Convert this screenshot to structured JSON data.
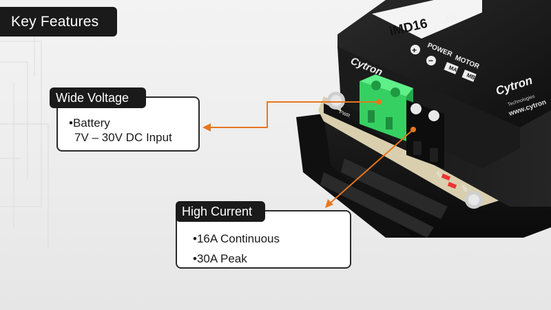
{
  "header": {
    "title": "Key Features"
  },
  "device": {
    "model": "iMD16",
    "model_suffix": "IN",
    "brand": "Cytron",
    "brand_sub": "Technologies",
    "url": "www.cytron",
    "labels": {
      "power": "POWER",
      "motor": "MOTOR",
      "plus": "+",
      "minus": "−",
      "ma": "MA",
      "mb": "MB",
      "pwr": "PWR",
      "led_ma": "MA",
      "led_mb": "MB"
    }
  },
  "callouts": [
    {
      "tag": "Wide Voltage",
      "lines": [
        "•Battery",
        "7V – 30V DC Input"
      ]
    },
    {
      "tag": "High Current",
      "lines": [
        "•16A Continuous",
        "•30A Peak"
      ]
    }
  ],
  "colors": {
    "accent": "#e8761e",
    "terminal_green": "#3ee06a",
    "dark": "#1a1a1a"
  }
}
